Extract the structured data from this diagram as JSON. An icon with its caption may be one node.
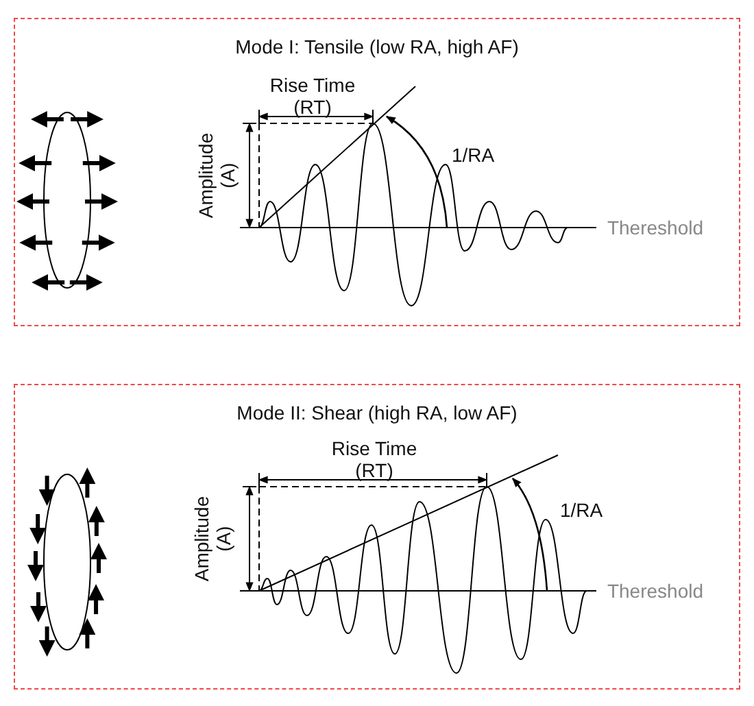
{
  "diagram": {
    "nodes": [
      {
        "text": [
          "Mode I: Tensile (low RA, high AF)"
        ]
      },
      {
        "text": [
          "Mode II: Shear (high RA, low AF)"
        ]
      }
    ],
    "labels": [
      "Rise Time (RT)",
      "1/RA",
      "Amplitude (A)",
      "Thereshold",
      "Rise Time (RT)",
      "1/RA",
      "Amplitude (A)",
      "Thereshold"
    ]
  }
}
